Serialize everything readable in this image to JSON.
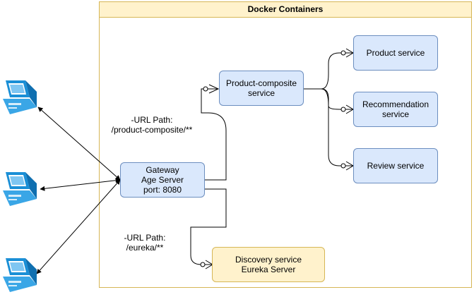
{
  "container": {
    "title": "Docker Containers"
  },
  "nodes": {
    "gateway": "Gateway\nAge Server\nport: 8080",
    "product_composite": "Product-composite\nservice",
    "product": "Product service",
    "recommendation": "Recommendation\nservice",
    "review": "Review service",
    "discovery": "Discovery service\nEureka Server"
  },
  "labels": {
    "composite_path": "-URL Path:\n/product-composite/**",
    "eureka_path": "-URL Path:\n/eureka/**"
  },
  "icons": {
    "client_1": "desktop-computer-icon",
    "client_2": "desktop-computer-icon",
    "client_3": "desktop-computer-icon"
  },
  "colors": {
    "service_fill": "#dae8fc",
    "service_stroke": "#6c8ebf",
    "container_fill": "#fff2cc",
    "container_stroke": "#d6b656",
    "computer_blue": "#1a8fd6"
  }
}
